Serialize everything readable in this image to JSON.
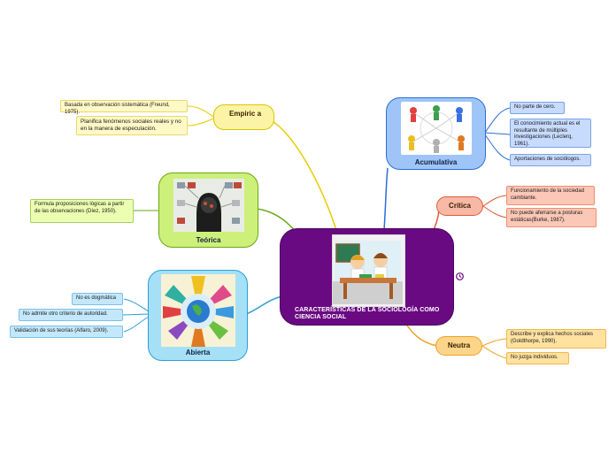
{
  "colors": {
    "center": "#6a0a82",
    "empirica": "#e8cc00",
    "teorica": "#6aa815",
    "abierta": "#2a9fd6",
    "acumulativa": "#2a6fd6",
    "critica": "#e05a3a",
    "neutra": "#f0a020"
  },
  "center": {
    "title": "CARACTERÍSTICAS DE LA SOCIOLOGÍA COMO CIENCIA SOCIAL",
    "image": "children-at-desk-illustration",
    "icon": "clock-icon"
  },
  "branches": {
    "empirica": {
      "label": "Empiric a",
      "leaves": [
        "Basada en observación sistemática (Freund, 1975).",
        "Planifica fenómenos sociales reales y no en la manera de especulación."
      ]
    },
    "teorica": {
      "label": "Teórica",
      "image": "brain-network-illustration",
      "leaves": [
        "Formula proposiciones lógicas a partir de las observaciones (Díez, 1950)."
      ]
    },
    "abierta": {
      "label": "Abierta",
      "image": "globe-people-illustration",
      "leaves": [
        "No es dogmática",
        "No admite otro criterio de autoridad.",
        "Validación de sus teorías (Alfaro, 2009)."
      ]
    },
    "acumulativa": {
      "label": "Acumulativa",
      "image": "team-network-illustration",
      "leaves": [
        "No parte de cero.",
        "El conocimiento actual es el resultante de múltiples investigaciones (Leclerq, 1961).",
        "Aportaciones de sociólogos."
      ]
    },
    "critica": {
      "label": "Crítica",
      "leaves": [
        "Funcionamiento de la sociedad cambiante.",
        "No puede aferrarse a posturas estáticas(Burke, 1987)."
      ]
    },
    "neutra": {
      "label": "Neutra",
      "leaves": [
        "Describe y explica hechos sociales (Goldthorpe, 1990).",
        "No juzga individuos."
      ]
    }
  }
}
